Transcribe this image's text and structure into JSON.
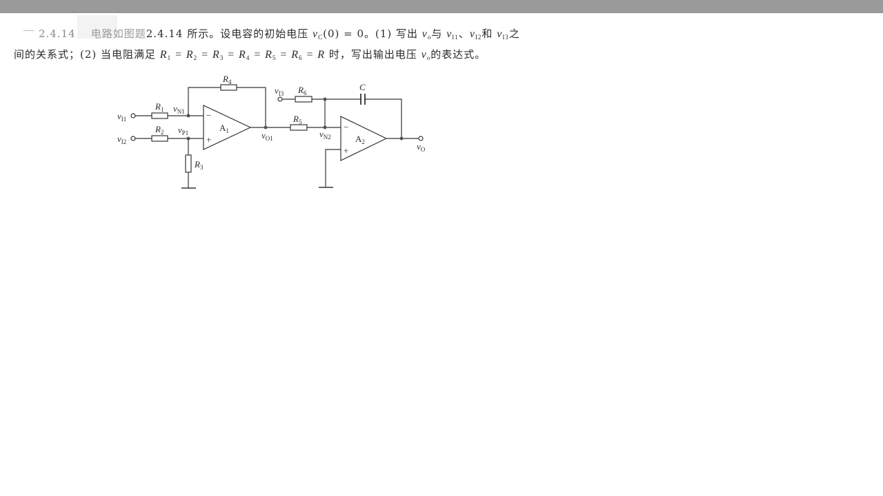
{
  "viewer": {
    "topbar_color": "#9a9a9a"
  },
  "problem": {
    "number": "2.4.14",
    "line1": {
      "lead_faded": "电路如图题",
      "ref": "2.4.14 所示。设电容的初始电压 ",
      "vc": "v",
      "vc_sub": "C",
      "vc_rest": "(0) = 0。(1) 写出 ",
      "vo": "v",
      "vo_sub": "o",
      "and1": "与 ",
      "vi1": "v",
      "vi1_sub": "I1",
      "sep": "、",
      "vi2": "v",
      "vi2_sub": "I2",
      "and2": "和 ",
      "vi3": "v",
      "vi3_sub": "I3",
      "tail": "之"
    },
    "line2": {
      "lead": "间的关系式；(2) 当电阻满足 ",
      "equation": [
        {
          "sym": "R",
          "sub": "1"
        },
        {
          "sym": "R",
          "sub": "2"
        },
        {
          "sym": "R",
          "sub": "3"
        },
        {
          "sym": "R",
          "sub": "4"
        },
        {
          "sym": "R",
          "sub": "5"
        },
        {
          "sym": "R",
          "sub": "6"
        }
      ],
      "eq_r1": "R",
      "eq_r1_sub": "1",
      "eq_r2": "R",
      "eq_r2_sub": "2",
      "eq_r3": "R",
      "eq_r3_sub": "3",
      "eq_r4": "R",
      "eq_r4_sub": "4",
      "eq_r5": "R",
      "eq_r5_sub": "5",
      "eq_r6": "R",
      "eq_r6_sub": "6",
      "eq_sign": " = ",
      "eq_final": "R",
      "mid": " 时，写出输出电压 ",
      "vo": "v",
      "vo_sub": "o",
      "tail": "的表达式。"
    }
  },
  "circuit": {
    "inputs": {
      "vI1": {
        "sym": "v",
        "sub": "I1"
      },
      "vI2": {
        "sym": "v",
        "sub": "I2"
      },
      "vI3": {
        "sym": "v",
        "sub": "I3"
      }
    },
    "nodes": {
      "vN1": {
        "sym": "v",
        "sub": "N1"
      },
      "vP1": {
        "sym": "v",
        "sub": "P1"
      },
      "vO1": {
        "sym": "v",
        "sub": "O1"
      },
      "vN2": {
        "sym": "v",
        "sub": "N2"
      },
      "vO": {
        "sym": "v",
        "sub": "O"
      }
    },
    "resistors": {
      "R1": {
        "sym": "R",
        "sub": "1"
      },
      "R2": {
        "sym": "R",
        "sub": "2"
      },
      "R3": {
        "sym": "R",
        "sub": "3"
      },
      "R4": {
        "sym": "R",
        "sub": "4"
      },
      "R5": {
        "sym": "R",
        "sub": "5"
      },
      "R6": {
        "sym": "R",
        "sub": "6"
      }
    },
    "capacitor": "C",
    "opamps": {
      "A1": {
        "sym": "A",
        "sub": "1"
      },
      "A2": {
        "sym": "A",
        "sub": "2"
      }
    },
    "pins": {
      "minus": "−",
      "plus": "+"
    }
  }
}
